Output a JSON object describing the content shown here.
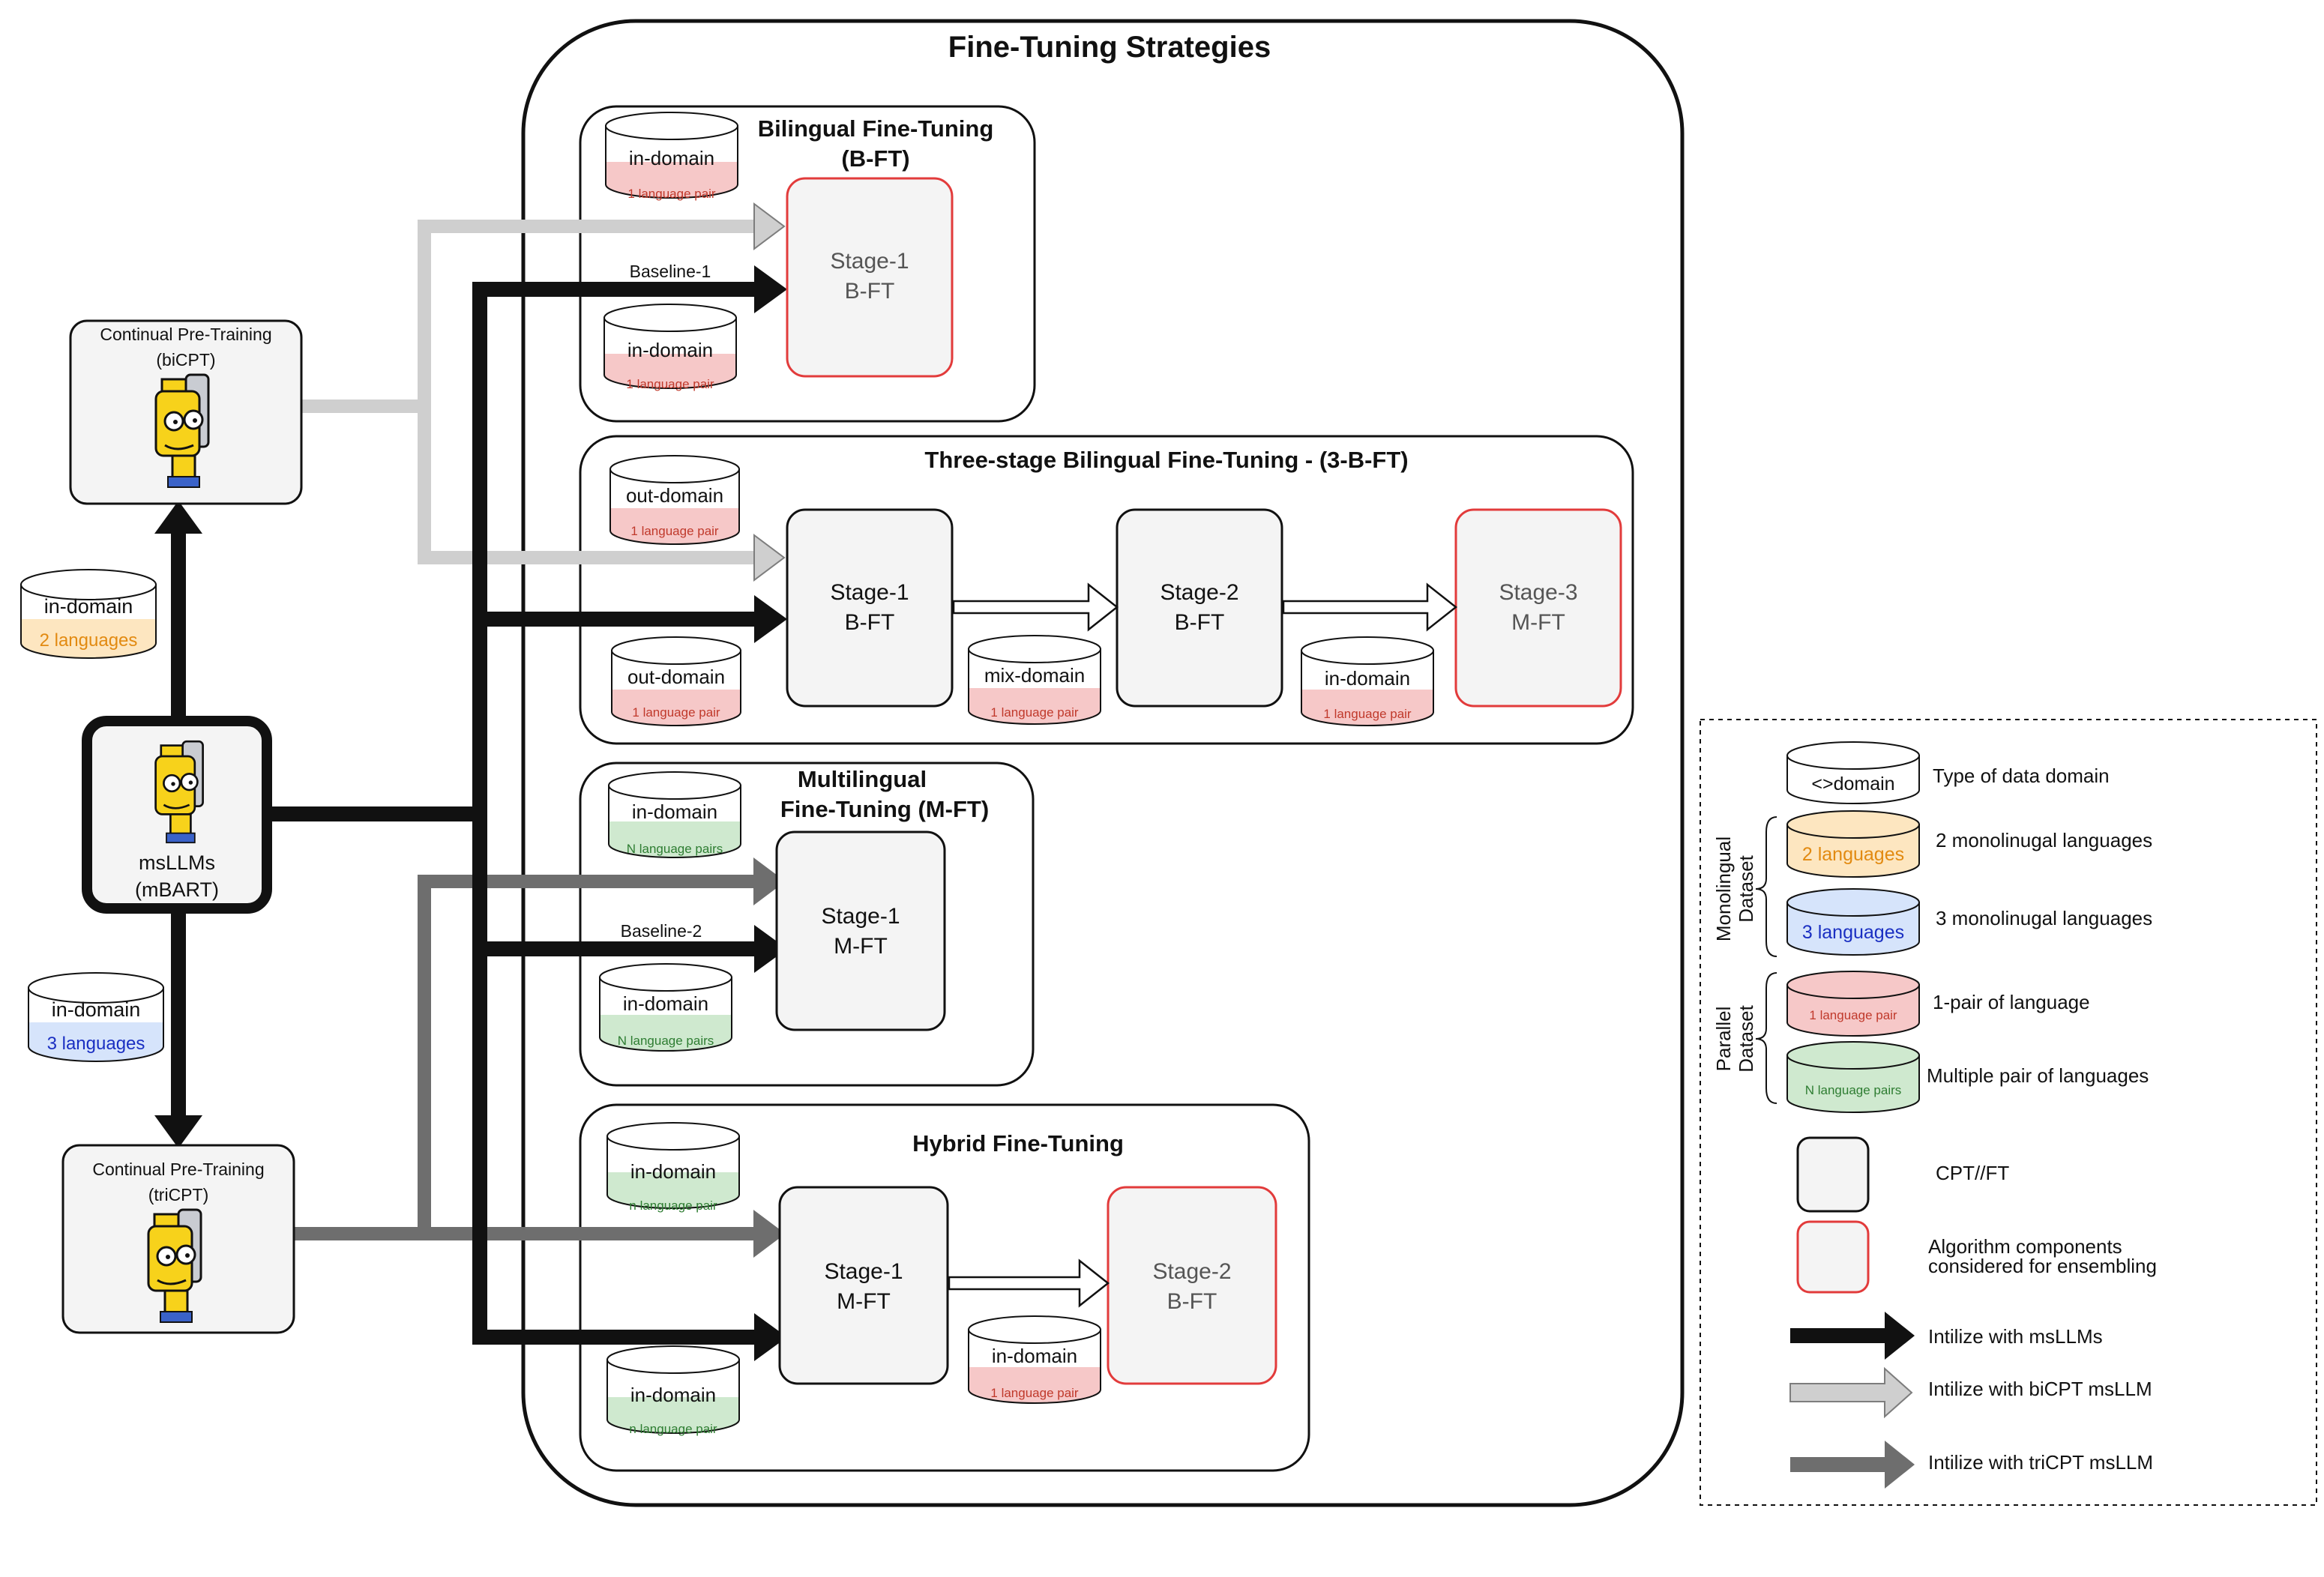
{
  "main": {
    "title": "Fine-Tuning Strategies"
  },
  "colors": {
    "black_arrow": "#111111",
    "light_gray_arrow": "#cfcfcf",
    "dark_gray_arrow": "#6e6e6e",
    "box_fill": "#f4f4f4",
    "highlight_border": "#e23b3b",
    "orange_fill": "#fde6c0",
    "orange_text": "#e28a11",
    "blue_fill": "#d6e4fb",
    "blue_text": "#1a2fc2",
    "red_fill": "#f6c8c8",
    "red_text": "#c0392b",
    "green_fill": "#cfe9cf",
    "green_text": "#2e7d32"
  },
  "left": {
    "bicpt": {
      "line1": "Continual Pre-Training",
      "line2": "(biCPT)"
    },
    "tricpt": {
      "line1": "Continual Pre-Training",
      "line2": "(triCPT)"
    },
    "msllm": {
      "line1": "msLLMs",
      "line2": "(mBART)"
    },
    "data_bicpt": {
      "label": "in-domain",
      "sub": "2 languages"
    },
    "data_tricpt": {
      "label": "in-domain",
      "sub": "3 languages"
    },
    "mascot_icon": "cartoon-robot-mascot"
  },
  "bft": {
    "title_line1": "Bilingual Fine-Tuning",
    "title_line2": "(B-FT)",
    "baseline": "Baseline-1",
    "data_top": {
      "label": "in-domain",
      "sub": "1 language pair"
    },
    "data_bottom": {
      "label": "in-domain",
      "sub": "1 language pair"
    },
    "stage": {
      "line1": "Stage-1",
      "line2": "B-FT"
    }
  },
  "three_bft": {
    "title": "Three-stage Bilingual Fine-Tuning - (3-B-FT)",
    "data_top": {
      "label": "out-domain",
      "sub": "1 language pair"
    },
    "data_bottom": {
      "label": "out-domain",
      "sub": "1 language pair"
    },
    "data_mix": {
      "label": "mix-domain",
      "sub": "1 language pair"
    },
    "data_in": {
      "label": "in-domain",
      "sub": "1 language pair"
    },
    "stage1": {
      "line1": "Stage-1",
      "line2": "B-FT"
    },
    "stage2": {
      "line1": "Stage-2",
      "line2": "B-FT"
    },
    "stage3": {
      "line1": "Stage-3",
      "line2": "M-FT"
    }
  },
  "mft": {
    "title_line1": "Multilingual",
    "title_line2": "Fine-Tuning (M-FT)",
    "baseline": "Baseline-2",
    "data_top": {
      "label": "in-domain",
      "sub": "N language pairs"
    },
    "data_bottom": {
      "label": "in-domain",
      "sub": "N language pairs"
    },
    "stage": {
      "line1": "Stage-1",
      "line2": "M-FT"
    }
  },
  "hybrid": {
    "title": "Hybrid Fine-Tuning",
    "data_top": {
      "label": "in-domain",
      "sub": "n language pair"
    },
    "data_bottom": {
      "label": "in-domain",
      "sub": "n language pair"
    },
    "data_mid": {
      "label": "in-domain",
      "sub": "1 language pair"
    },
    "stage1": {
      "line1": "Stage-1",
      "line2": "M-FT"
    },
    "stage2": {
      "line1": "Stage-2",
      "line2": "B-FT"
    }
  },
  "legend": {
    "domain_cyl": "<>domain",
    "domain_desc": "Type of data domain",
    "mono_group_line1": "Monolingual",
    "mono_group_line2": "Dataset",
    "mono2_cyl": "2 languages",
    "mono2_desc": "2 monolinugal languages",
    "mono3_cyl": "3 languages",
    "mono3_desc": "3 monolinugal languages",
    "par_group_line1": "Parallel",
    "par_group_line2": "Dataset",
    "par1_cyl": "1 language pair",
    "par1_desc": "1-pair of language",
    "parN_cyl": "N language pairs",
    "parN_desc": "Multiple pair of languages",
    "box_desc": "CPT//FT",
    "red_box_desc_line1": "Algorithm components",
    "red_box_desc_line2": "considered for ensembling",
    "arrow_black_desc": "Intilize with msLLMs",
    "arrow_light_desc": "Intilize with biCPT msLLM",
    "arrow_dark_desc": "Intilize with triCPT msLLM"
  }
}
